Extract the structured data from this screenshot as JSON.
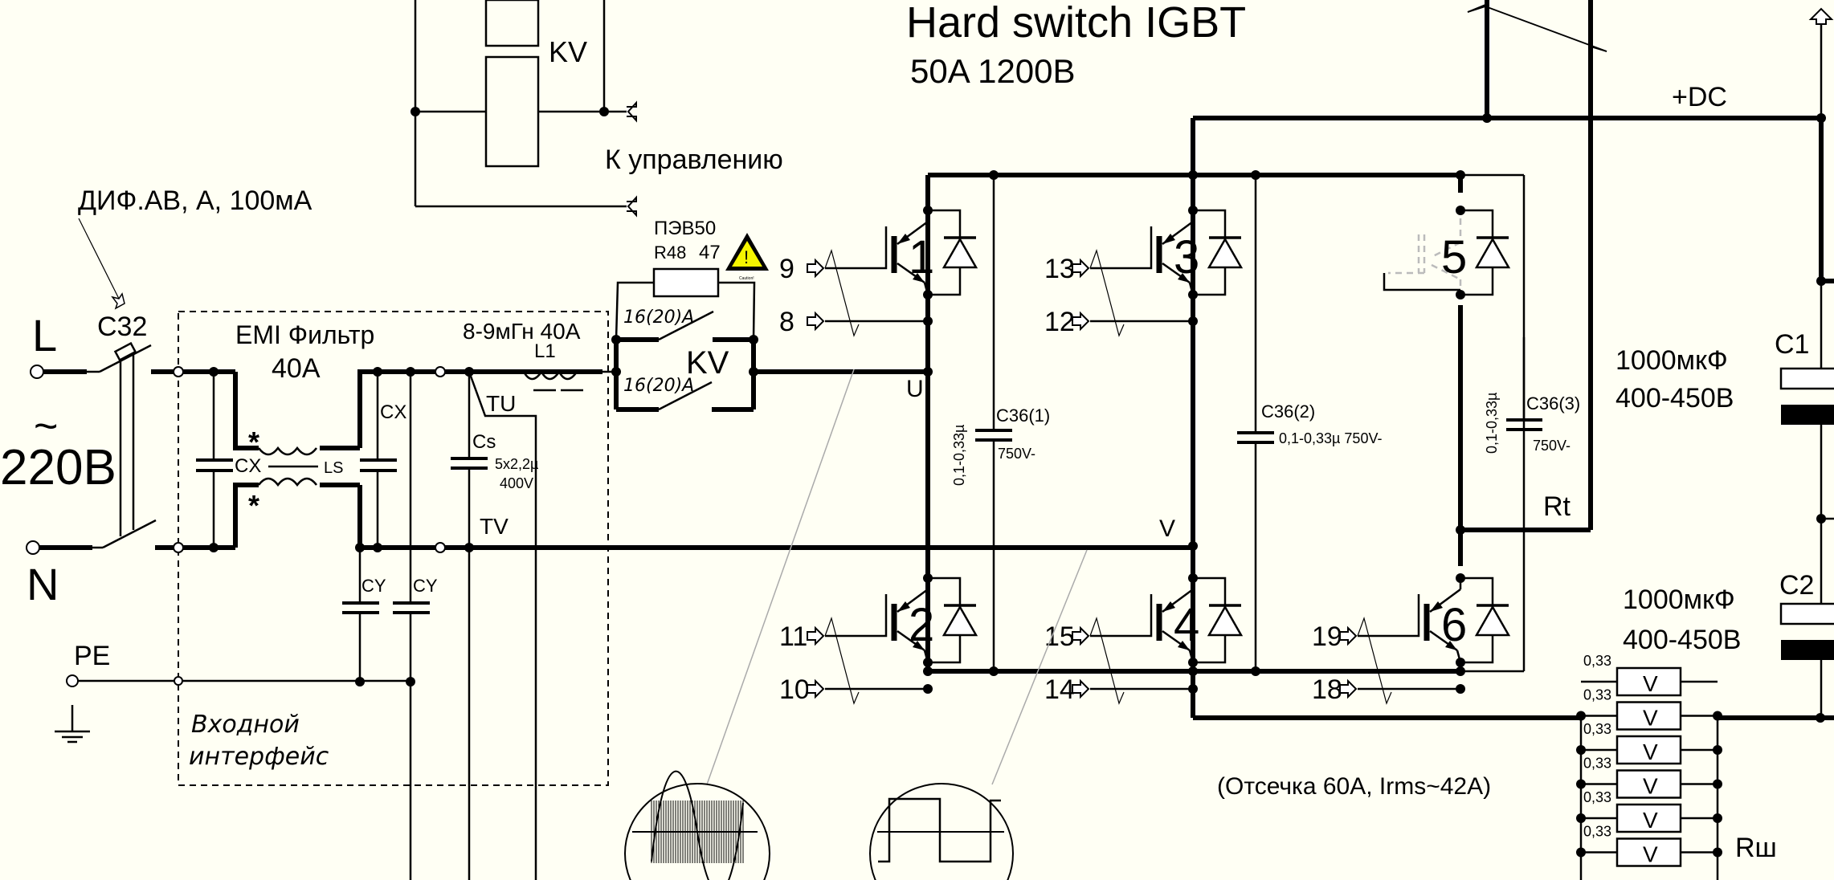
{
  "title": {
    "line1": "Hard switch IGBT",
    "line2": "50A 1200B"
  },
  "mains": {
    "L": "L",
    "N": "N",
    "PE": "PE",
    "ac_symbol": "~",
    "voltage": "220B"
  },
  "breaker": {
    "label": "C32",
    "rcd_note": "ДИФ.АВ, А, 100мА"
  },
  "emi_filter": {
    "title": "EMI Фильтр",
    "rating": "40A",
    "cx1": "CX",
    "cx2": "CX",
    "ls": "LS",
    "star": "*",
    "cy1": "CY",
    "cy2": "CY",
    "block_label_1": "Входной",
    "block_label_2": "интерфейс"
  },
  "choke": {
    "spec": "8-9мГн 40A",
    "name": "L1"
  },
  "snubber_cap": {
    "name": "Cs",
    "value": "5x2,2µ",
    "voltage": "400V",
    "tu": "TU",
    "tv": "TV"
  },
  "relay": {
    "name": "KV",
    "contact_rating": "16(20)A",
    "control_label": "К управлению"
  },
  "precharge_resistor": {
    "type": "ПЭВ50",
    "ref": "R48",
    "value": "47",
    "warning_caption": "Caution!"
  },
  "nodes": {
    "U": "U",
    "V": "V",
    "plus_dc": "+DC",
    "Rt": "Rt"
  },
  "igbts": [
    {
      "id": "1",
      "gate_pin": "9",
      "emitter_pin": "8"
    },
    {
      "id": "2",
      "gate_pin": "11",
      "emitter_pin": "10"
    },
    {
      "id": "3",
      "gate_pin": "13",
      "emitter_pin": "12"
    },
    {
      "id": "4",
      "gate_pin": "15",
      "emitter_pin": "14"
    },
    {
      "id": "5",
      "gate_pin": "",
      "emitter_pin": ""
    },
    {
      "id": "6",
      "gate_pin": "19",
      "emitter_pin": "18"
    }
  ],
  "snubbers": [
    {
      "name": "C36(1)",
      "value": "0,1-0,33µ",
      "voltage": "750V-"
    },
    {
      "name": "C36(2)",
      "value": "0,1-0,33µ 750V-"
    },
    {
      "name": "C36(3)",
      "value": "0,1-0,33µ",
      "voltage": "750V-"
    }
  ],
  "bulk_caps": [
    {
      "name": "C1",
      "value": "1000мкФ",
      "voltage": "400-450B"
    },
    {
      "name": "C2",
      "value": "1000мкФ",
      "voltage": "400-450B"
    }
  ],
  "shunt": {
    "name": "Rш",
    "resistor_value": "0,33",
    "resistor_mark": "V",
    "count_visible": 6,
    "note": "(Отсечка 60A, Irms~42A)"
  },
  "waveforms": [
    {
      "name": "pwm-sine"
    },
    {
      "name": "square-wave"
    }
  ],
  "colors": {
    "background": "#fffff4",
    "ink": "#000000",
    "warning_yellow": "#f5f500",
    "ghost_gray": "#bbbbbb"
  }
}
